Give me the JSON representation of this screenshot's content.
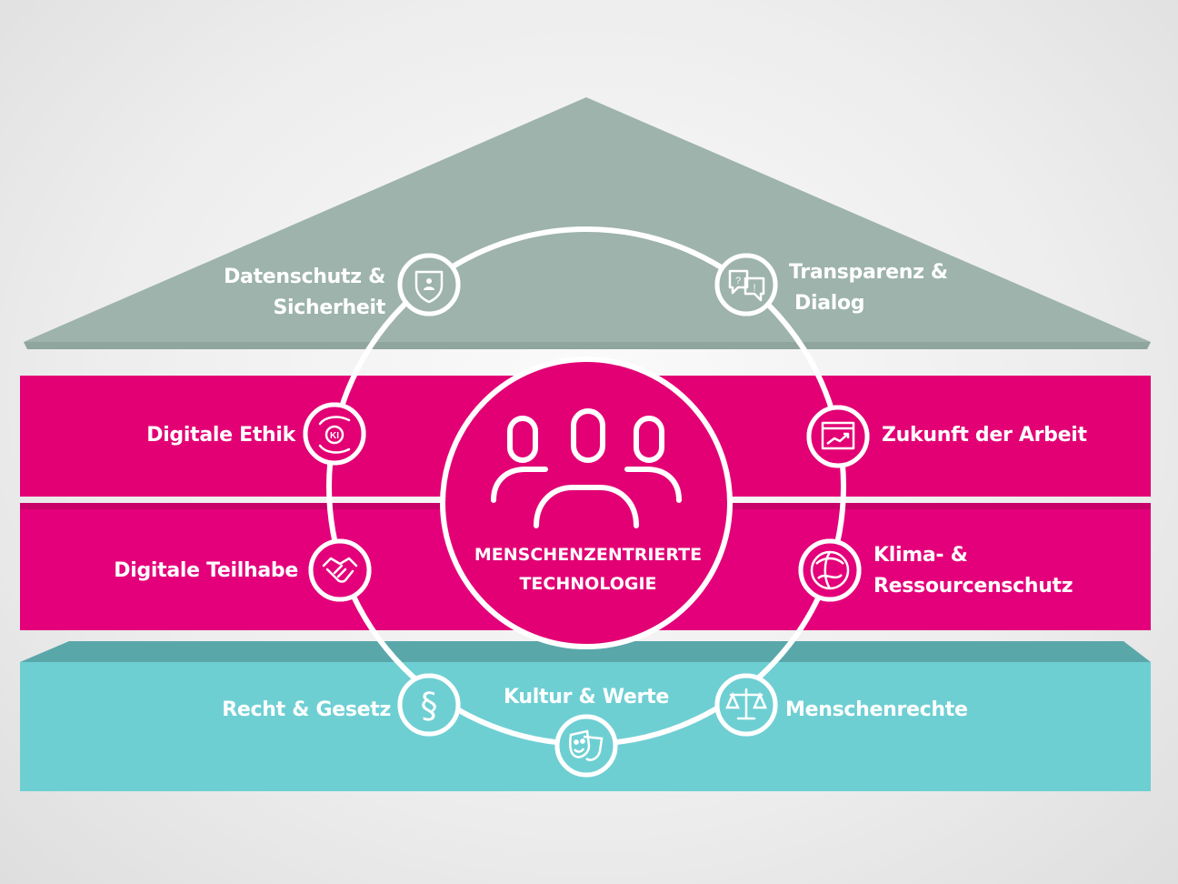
{
  "colors": {
    "roof": "#9db3ac",
    "magenta": "#e20074",
    "teal": "#6ecfd3",
    "white": "#ffffff"
  },
  "center": {
    "icon": "people-group-icon",
    "line1": "MENSCHENZENTRIERTE",
    "line2": "TECHNOLOGIE"
  },
  "nodes": {
    "datenschutz": {
      "line1": "Datenschutz &",
      "line2": "Sicherheit",
      "icon": "shield-person-icon"
    },
    "transparenz": {
      "line1": "Transparenz &",
      "line2": "Dialog",
      "icon": "speech-bubbles-icon"
    },
    "ethik": {
      "label": "Digitale Ethik",
      "icon": "hands-ki-icon"
    },
    "arbeit": {
      "label": "Zukunft der Arbeit",
      "icon": "chart-window-icon"
    },
    "teilhabe": {
      "label": "Digitale Teilhabe",
      "icon": "handshake-icon"
    },
    "klima": {
      "line1": "Klima- &",
      "line2": "Ressourcenschutz",
      "icon": "globe-leaf-icon"
    },
    "recht": {
      "label": "Recht & Gesetz",
      "icon": "paragraph-icon"
    },
    "kultur": {
      "label": "Kultur & Werte",
      "icon": "theater-masks-icon"
    },
    "menschenrechte": {
      "label": "Menschenrechte",
      "icon": "scales-icon"
    }
  }
}
